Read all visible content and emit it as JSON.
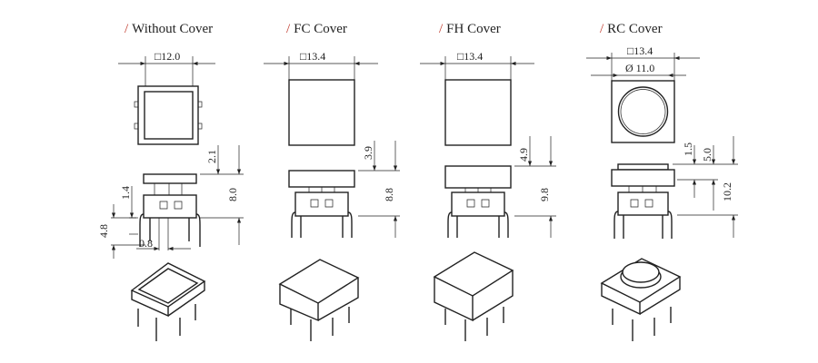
{
  "accent_color": "#c0392b",
  "columns": [
    {
      "slash": "/",
      "title": "Without Cover",
      "top_dim": "□12.0",
      "side_dims": [
        "2.1",
        "8.0",
        "1.4",
        "4.8",
        "0.8"
      ]
    },
    {
      "slash": "/",
      "title": "FC Cover",
      "top_dim": "□13.4",
      "side_dims": [
        "3.9",
        "8.8"
      ]
    },
    {
      "slash": "/",
      "title": "FH Cover",
      "top_dim": "□13.4",
      "side_dims": [
        "4.9",
        "9.8"
      ]
    },
    {
      "slash": "/",
      "title": "RC Cover",
      "top_dim": "□13.4",
      "top_dim2": "Ø 11.0",
      "side_dims": [
        "1.5",
        "5.0",
        "10.2"
      ]
    }
  ]
}
